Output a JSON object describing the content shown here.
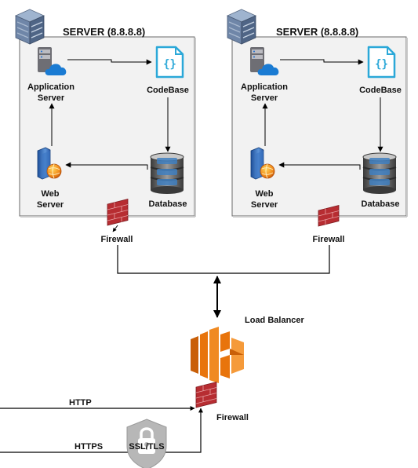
{
  "servers": [
    {
      "title": "SERVER (8.8.8.8)",
      "app_server_label": [
        "Application",
        "Server"
      ],
      "codebase_label": "CodeBase",
      "web_server_label": [
        "Web",
        "Server"
      ],
      "database_label": "Database",
      "firewall_label": "Firewall"
    },
    {
      "title": "SERVER (8.8.8.8)",
      "app_server_label": [
        "Application",
        "Server"
      ],
      "codebase_label": "CodeBase",
      "web_server_label": [
        "Web",
        "Server"
      ],
      "database_label": "Database",
      "firewall_label": "Firewall"
    }
  ],
  "load_balancer": {
    "label": "Load Balancer",
    "firewall_label": "Firewall"
  },
  "clients": {
    "http_label": "HTTP",
    "https_label": "HTTPS",
    "ssl_label": "SSL/TLS"
  },
  "colors": {
    "panel_fill": "#f2f2f2",
    "panel_border": "#666666",
    "codebase_cyan": "#2ba8d8",
    "lb_orange": "#e8740c",
    "firewall_red": "#b72d32",
    "server_blue": "#4a7fbf",
    "cloud_blue": "#1a7bd3"
  }
}
